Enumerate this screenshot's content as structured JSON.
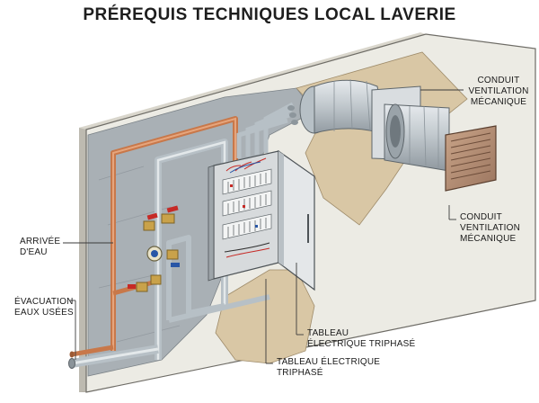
{
  "title": "PRÉREQUIS TECHNIQUES LOCAL LAVERIE",
  "labels": {
    "duct_top": [
      "CONDUIT",
      "VENTILATION",
      "MÉCANIQUE"
    ],
    "duct_bottom": [
      "CONDUIT",
      "VENTILATION",
      "MÉCANIQUE"
    ],
    "water_inlet": [
      "ARRIVÉE",
      "D'EAU"
    ],
    "drain": [
      "ÉVACUATION",
      "EAUX USÉES"
    ],
    "panel_a": [
      "TABLEAU",
      "ÉLECTRIQUE TRIPHASÉ"
    ],
    "panel_b": [
      "TABLEAU ÉLECTRIQUE",
      "TRIPHASÉ"
    ]
  },
  "colors": {
    "wall_face": "#ecebe4",
    "wall_edge": "#cfcdc4",
    "insulation": "#d9c7a5",
    "gray_plaster": "#a9b0b5",
    "copper_pipe": "#c8784a",
    "gray_pipe": "#b7c0c6",
    "valve_red": "#c62a26",
    "valve_blue": "#2856a6",
    "panel_gray": "#d7dadc",
    "duct_metal": "#c6ccd1"
  }
}
